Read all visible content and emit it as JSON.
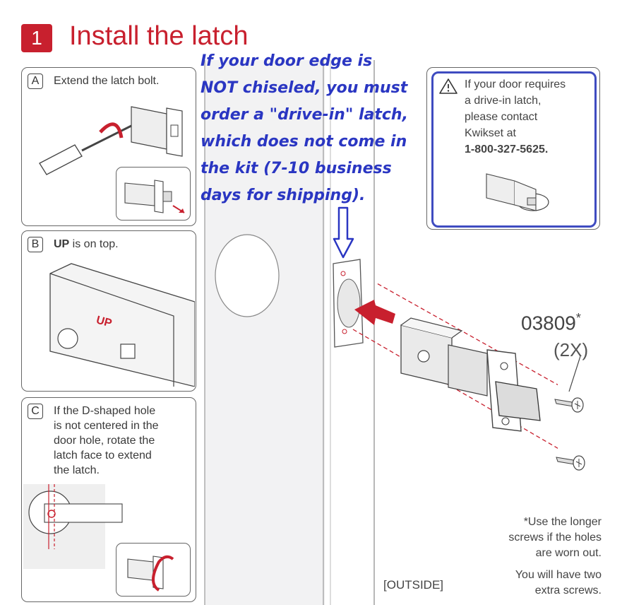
{
  "header": {
    "step_number": "1",
    "title": "Install the latch"
  },
  "panel_a": {
    "badge": "A",
    "text": "Extend the latch bolt."
  },
  "panel_b": {
    "badge": "B",
    "bold": "UP",
    "text": " is on top.",
    "label_up": "UP"
  },
  "panel_c": {
    "badge": "C",
    "text_lines": [
      "If the D-shaped hole",
      "is not centered in the",
      "door hole, rotate the",
      "latch face to extend",
      "the latch."
    ]
  },
  "annotation": {
    "lines": [
      "If your door edge is",
      "NOT chiseled, you must",
      "order a \"drive-in\" latch,",
      "which does not come in",
      "the kit (7-10 business",
      "days for shipping)."
    ]
  },
  "info": {
    "lines": [
      "If your door requires",
      "a drive-in latch,",
      "please contact",
      "Kwikset at"
    ],
    "phone": "1-800-327-5625."
  },
  "part": {
    "number": "03809",
    "asterisk": "*",
    "quantity": "(2X)"
  },
  "notes": {
    "longer": [
      "*Use the longer",
      "screws if the holes",
      "are worn out."
    ],
    "extra": [
      "You will have two",
      "extra screws."
    ]
  },
  "outside_label": "[OUTSIDE]",
  "colors": {
    "brand_red": "#c8202e",
    "annotation_blue": "#2a36c2",
    "box_blue": "#3f4cc0"
  }
}
